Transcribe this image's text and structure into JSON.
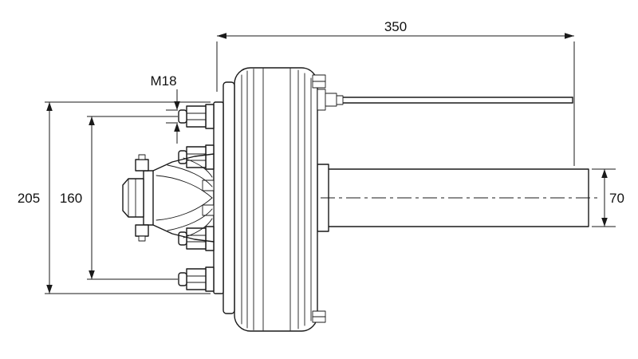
{
  "drawing": {
    "subject": "braked trailer axle with hub and drum, side view technical drawing",
    "background": "#ffffff",
    "line_color": "#1a1a1a"
  },
  "dimensions": {
    "overall_length": "350",
    "stud_thread": "M18",
    "flange_diameter": "205",
    "bolt_circle": "160",
    "tube_size": "70"
  }
}
